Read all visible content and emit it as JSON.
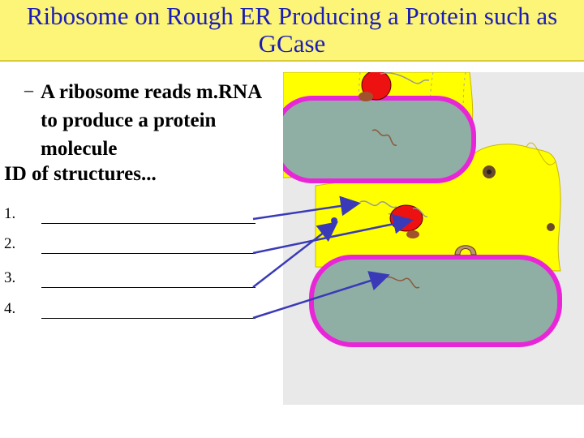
{
  "header": {
    "title": "Ribosome on Rough ER Producing a Protein such as GCase"
  },
  "bullet": {
    "marker": "–",
    "text": "A ribosome reads m.RNA to produce a protein molecule"
  },
  "id_section": {
    "heading": "ID of structures..."
  },
  "blanks": [
    {
      "number": "1."
    },
    {
      "number": "2."
    },
    {
      "number": "3."
    },
    {
      "number": "4."
    }
  ],
  "colors": {
    "title_text": "#1c1cb8",
    "title_bg": "#fcf577",
    "cytoplasm_yellow": "#ffff00",
    "er_lumen": "#8fafa4",
    "er_membrane": "#e826d8",
    "ribosome_red": "#ee1111",
    "arrow_blue": "#3a3ab8"
  }
}
